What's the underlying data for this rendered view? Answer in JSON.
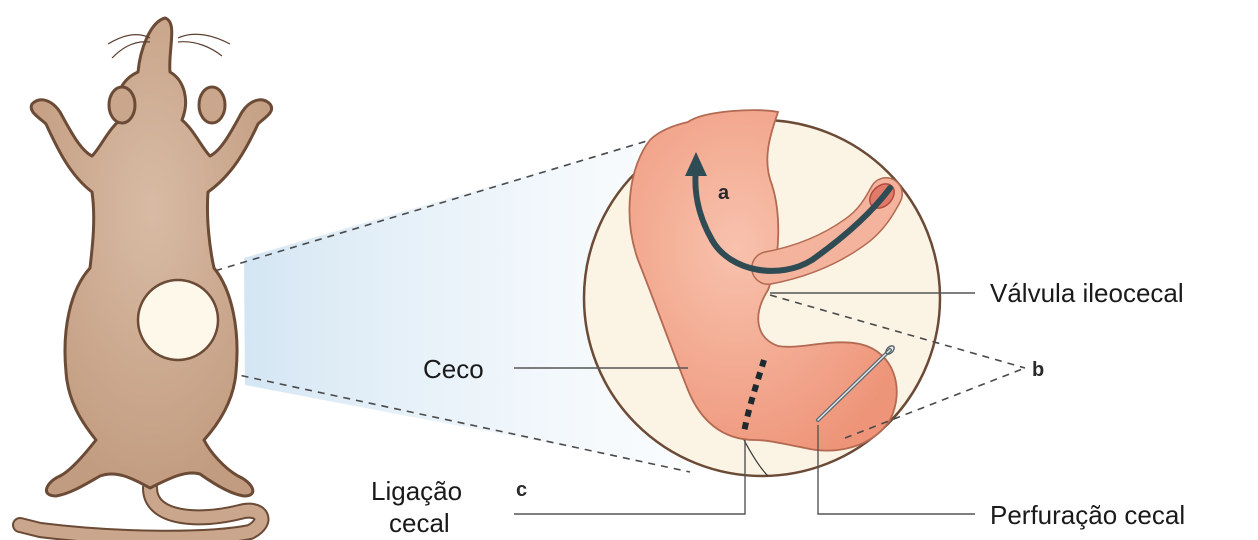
{
  "labels": {
    "valve": "Válvula ileocecal",
    "cecum": "Ceco",
    "ligation_line1": "Ligação",
    "ligation_line2": "cecal",
    "perforation": "Perfuração cecal"
  },
  "letters": {
    "a": "a",
    "b": "b",
    "c": "c"
  },
  "colors": {
    "mouse_body": "#c9a68c",
    "mouse_outline": "#6b4a36",
    "cecum": "#f4a88e",
    "cecum_outline": "#b36a52",
    "lens_fill": "#fbf4e4",
    "arrow": "#2f4c55",
    "highlight": "#d6e8f4"
  }
}
